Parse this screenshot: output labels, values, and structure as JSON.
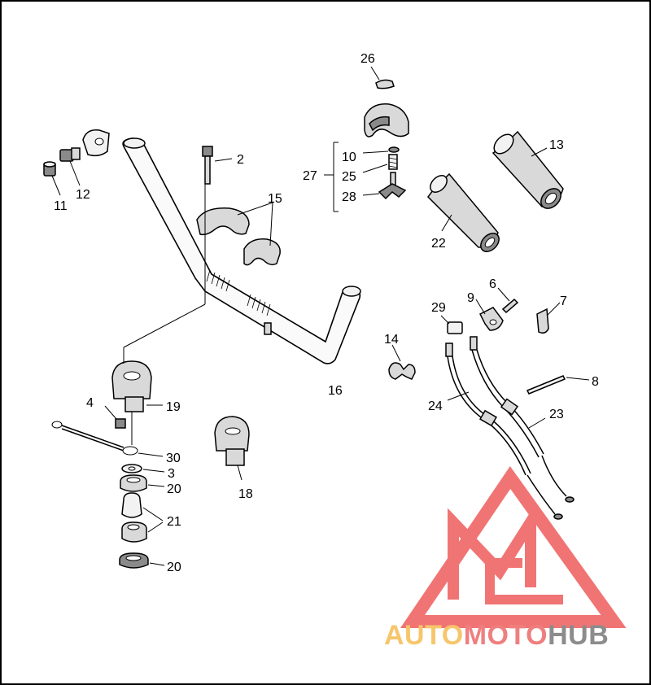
{
  "callouts": {
    "c2": "2",
    "c3": "3",
    "c4": "4",
    "c6": "6",
    "c7": "7",
    "c8": "8",
    "c9": "9",
    "c10": "10",
    "c11": "11",
    "c12": "12",
    "c13": "13",
    "c14": "14",
    "c15": "15",
    "c16": "16",
    "c18": "18",
    "c19": "19",
    "c20a": "20",
    "c20b": "20",
    "c21": "21",
    "c22": "22",
    "c23": "23",
    "c24": "24",
    "c25": "25",
    "c26": "26",
    "c27": "27",
    "c28": "28",
    "c29": "29",
    "c30": "30"
  },
  "watermark": {
    "word_part1": "AUTO",
    "word_part2": "MOTO",
    "word_part3": "HUB",
    "color_part1": "#f7c66b",
    "color_part2": "#ef7f7f",
    "color_part3": "#8c8c8c",
    "logo_color": "#ef5c5c"
  }
}
